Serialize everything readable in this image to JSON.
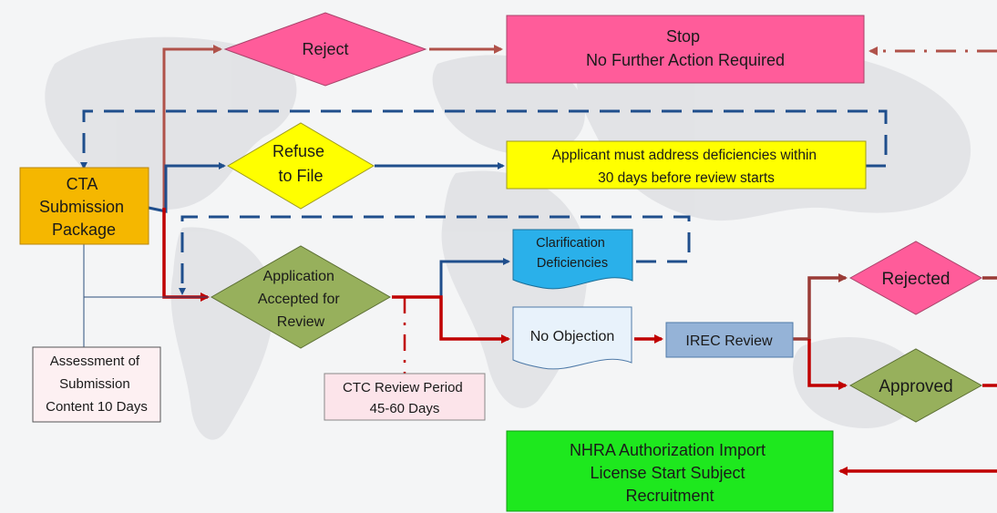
{
  "colors": {
    "background": "#f4f5f6",
    "map_land": "#dfe1e4",
    "blue_arrow": "#1f4e8c",
    "red_arrow": "#c00000",
    "brown_arrow": "#b0524a",
    "dark_red_arrow": "#9a3b36",
    "orange_box": "#f5b700",
    "pink_box": "#ff5c9a",
    "yellow_box": "#ffff00",
    "green_diamond": "#97b05c",
    "cyan_doc": "#2ab0ea",
    "light_doc": "#e8f2fb",
    "irec_box": "#95b3d7",
    "green_box": "#1ee81e",
    "note_box": "#fce4ea"
  },
  "nodes": {
    "submission": [
      "CTA",
      "Submission",
      "Package"
    ],
    "reject": [
      "Reject"
    ],
    "stop": [
      "Stop",
      "No Further Action Required"
    ],
    "refuse": [
      "Refuse",
      "to File"
    ],
    "deficiencies": [
      "Applicant must address deficiencies within",
      "30 days before review starts"
    ],
    "accepted": [
      "Application",
      "Accepted for",
      "Review"
    ],
    "clarification": [
      "Clarification",
      "Deficiencies"
    ],
    "no_objection": [
      "No Objection"
    ],
    "irec": [
      "IREC Review"
    ],
    "rejected": [
      "Rejected"
    ],
    "approved": [
      "Approved"
    ],
    "assessment": [
      "Assessment of",
      "Submission",
      "Content 10 Days"
    ],
    "ctc_period": [
      "CTC Review Period",
      "45-60 Days"
    ],
    "nhra": [
      "NHRA Authorization Import",
      "License Start Subject",
      "Recruitment"
    ]
  }
}
